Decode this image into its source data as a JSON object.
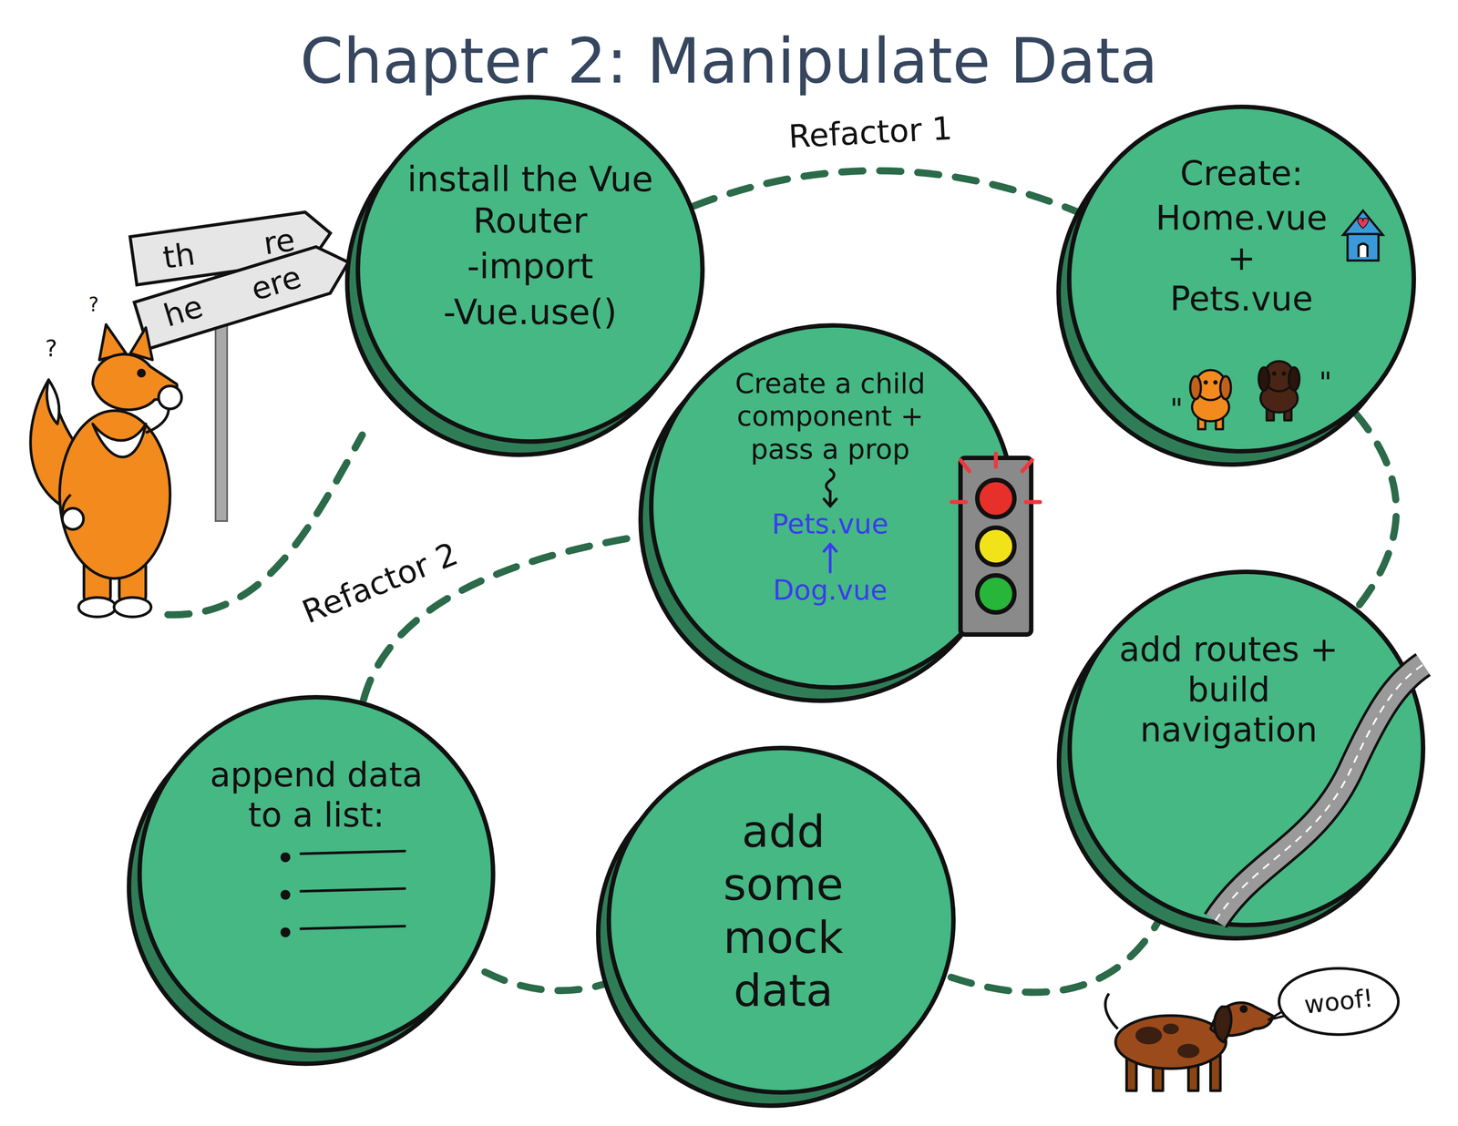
{
  "diagram": {
    "title": "Chapter 2: Manipulate Data",
    "nodes": [
      {
        "text": [
          "install the Vue Router",
          "-import",
          "-Vue.use()"
        ]
      },
      {
        "text": [
          "Create:",
          "Home.vue",
          "+",
          "Pets.vue"
        ]
      },
      {
        "text": [
          "Create a child component + pass a prop",
          "Pets.vue",
          "Dog.vue"
        ]
      },
      {
        "text": [
          "add routes + build navigation"
        ]
      },
      {
        "text": [
          "add some mock data"
        ]
      },
      {
        "text": [
          "append data to a list:"
        ]
      }
    ],
    "edges": [
      {
        "from": 0,
        "to": 1,
        "label": "Refactor 1",
        "arrow": "none"
      },
      {
        "from": 1,
        "to": 3,
        "arrow": "none"
      },
      {
        "from": 3,
        "to": 4,
        "arrow": "none"
      },
      {
        "from": 4,
        "to": 5,
        "arrow": "none"
      },
      {
        "from": 5,
        "to": 2,
        "label": "Refactor 2",
        "arrow": "none"
      }
    ],
    "labels": [
      "?",
      "?",
      "th",
      "re",
      "he",
      "ere",
      "\"",
      "\"",
      "woof!"
    ]
  }
}
